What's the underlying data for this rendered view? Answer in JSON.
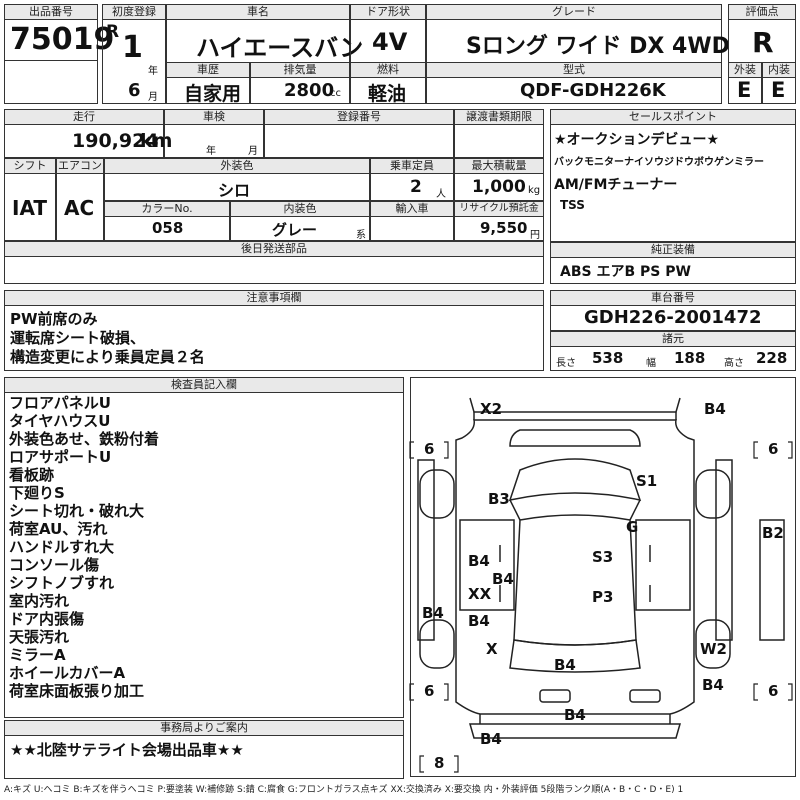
{
  "header": {
    "lot_label": "出品番号",
    "lot_no": "75019",
    "first_reg_label": "初度登録",
    "era": "R",
    "year": "1",
    "year_unit": "年",
    "month": "6",
    "month_unit": "月",
    "car_name_label": "車名",
    "car_name": "ハイエースバン",
    "door_label": "ドア形状",
    "door": "4V",
    "grade_label": "グレード",
    "grade": "Sロング ワイド DX 4WD",
    "score_label": "評価点",
    "score": "R",
    "history_label": "車歴",
    "history": "自家用",
    "displacement_label": "排気量",
    "displacement": "2800",
    "displacement_unit": "cc",
    "fuel_label": "燃料",
    "fuel": "軽油",
    "model_label": "型式",
    "model": "QDF-GDH226K",
    "ext_label": "外装",
    "ext": "E",
    "int_label": "内装",
    "int": "E"
  },
  "row2": {
    "mileage_label": "走行",
    "mileage": "190,924",
    "mileage_unit": "km",
    "inspection_label": "車検",
    "inspection_year_unit": "年",
    "inspection_month_unit": "月",
    "reg_no_label": "登録番号",
    "transfer_label": "譲渡書類期限",
    "shift_label": "シフト",
    "shift": "IAT",
    "ac_label": "エアコン",
    "ac": "AC",
    "exterior_color_label": "外装色",
    "exterior_color": "シロ",
    "capacity_label": "乗車定員",
    "capacity": "2",
    "capacity_unit": "人",
    "max_load_label": "最大積載量",
    "max_load": "1,000",
    "max_load_unit": "kg",
    "color_no_label": "カラーNo.",
    "color_no": "058",
    "interior_color_label": "内装色",
    "interior_color": "グレー",
    "interior_color_unit": "系",
    "import_label": "輸入車",
    "recycle_label": "リサイクル預託金",
    "recycle": "9,550",
    "recycle_unit": "円",
    "parts_label": "後日発送部品"
  },
  "sales_points": {
    "label": "セールスポイント",
    "items": [
      "★オークションデビュー★",
      "バックモニターナイソウジドウボウゲンミラー",
      "AM/FMチューナー",
      "TSS"
    ]
  },
  "equipment": {
    "label": "純正装備",
    "value": "ABS エアB PS PW"
  },
  "notes": {
    "label": "注意事項欄",
    "lines": [
      "PW前席のみ",
      "運転席シート破損、",
      "構造変更により乗員定員２名"
    ]
  },
  "chassis": {
    "label": "車台番号",
    "value": "GDH226-2001472",
    "dims_label": "諸元",
    "length_label": "長さ",
    "length": "538",
    "width_label": "幅",
    "width": "188",
    "height_label": "高さ",
    "height": "228"
  },
  "inspector": {
    "label": "検査員記入欄",
    "lines": [
      "フロアパネルU",
      "タイヤハウスU",
      "外装色あせ、鉄粉付着",
      "ロアサポートU",
      "看板跡",
      "下廻りS",
      "シート切れ・破れ大",
      "荷室AU、汚れ",
      "ハンドルすれ大",
      "コンソール傷",
      "シフトノブすれ",
      "室内汚れ",
      "ドア内張傷",
      "天張汚れ",
      "ミラーA",
      "ホイールカバーA",
      "荷室床面板張り加工"
    ]
  },
  "office": {
    "label": "事務局よりご案内",
    "message": "★★北陸サテライト会場出品車★★"
  },
  "diagram": {
    "marks": [
      "X2",
      "B4",
      "B3",
      "S1",
      "G",
      "B2",
      "B4",
      "B4",
      "S3",
      "XX",
      "P3",
      "B4",
      "B4",
      "X",
      "W2",
      "B4",
      "B4",
      "B4",
      "B4"
    ],
    "tread": [
      "6",
      "6",
      "6",
      "6",
      "8"
    ]
  },
  "legend": "A:キズ U:ヘコミ B:キズを伴うヘコミ P:要塗装 W:補修跡 S:錆 C:腐食 G:フロントガラス点キズ XX:交換済み X:要交換 内・外装評価 5段階ランク順(A・B・C・D・E) 1"
}
